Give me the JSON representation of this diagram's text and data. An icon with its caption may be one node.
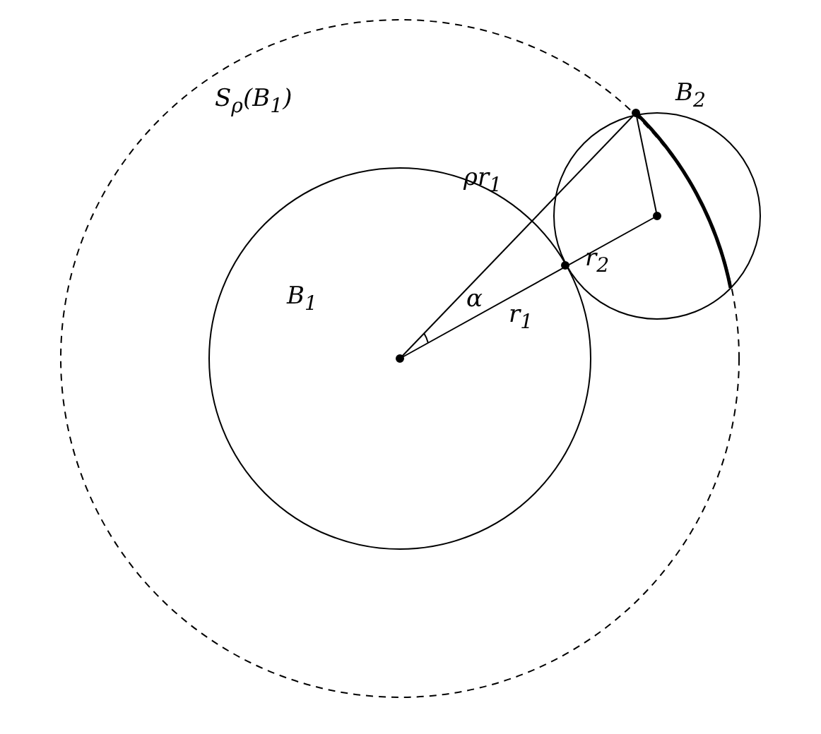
{
  "diagram": {
    "labels": [
      "S$_{ρ}$(B$_{1}$)",
      "B$_{2}$",
      "ρr$_{1}$",
      "B$_{1}$",
      "α",
      "r$_{1}$",
      "r$_{2}$"
    ]
  }
}
